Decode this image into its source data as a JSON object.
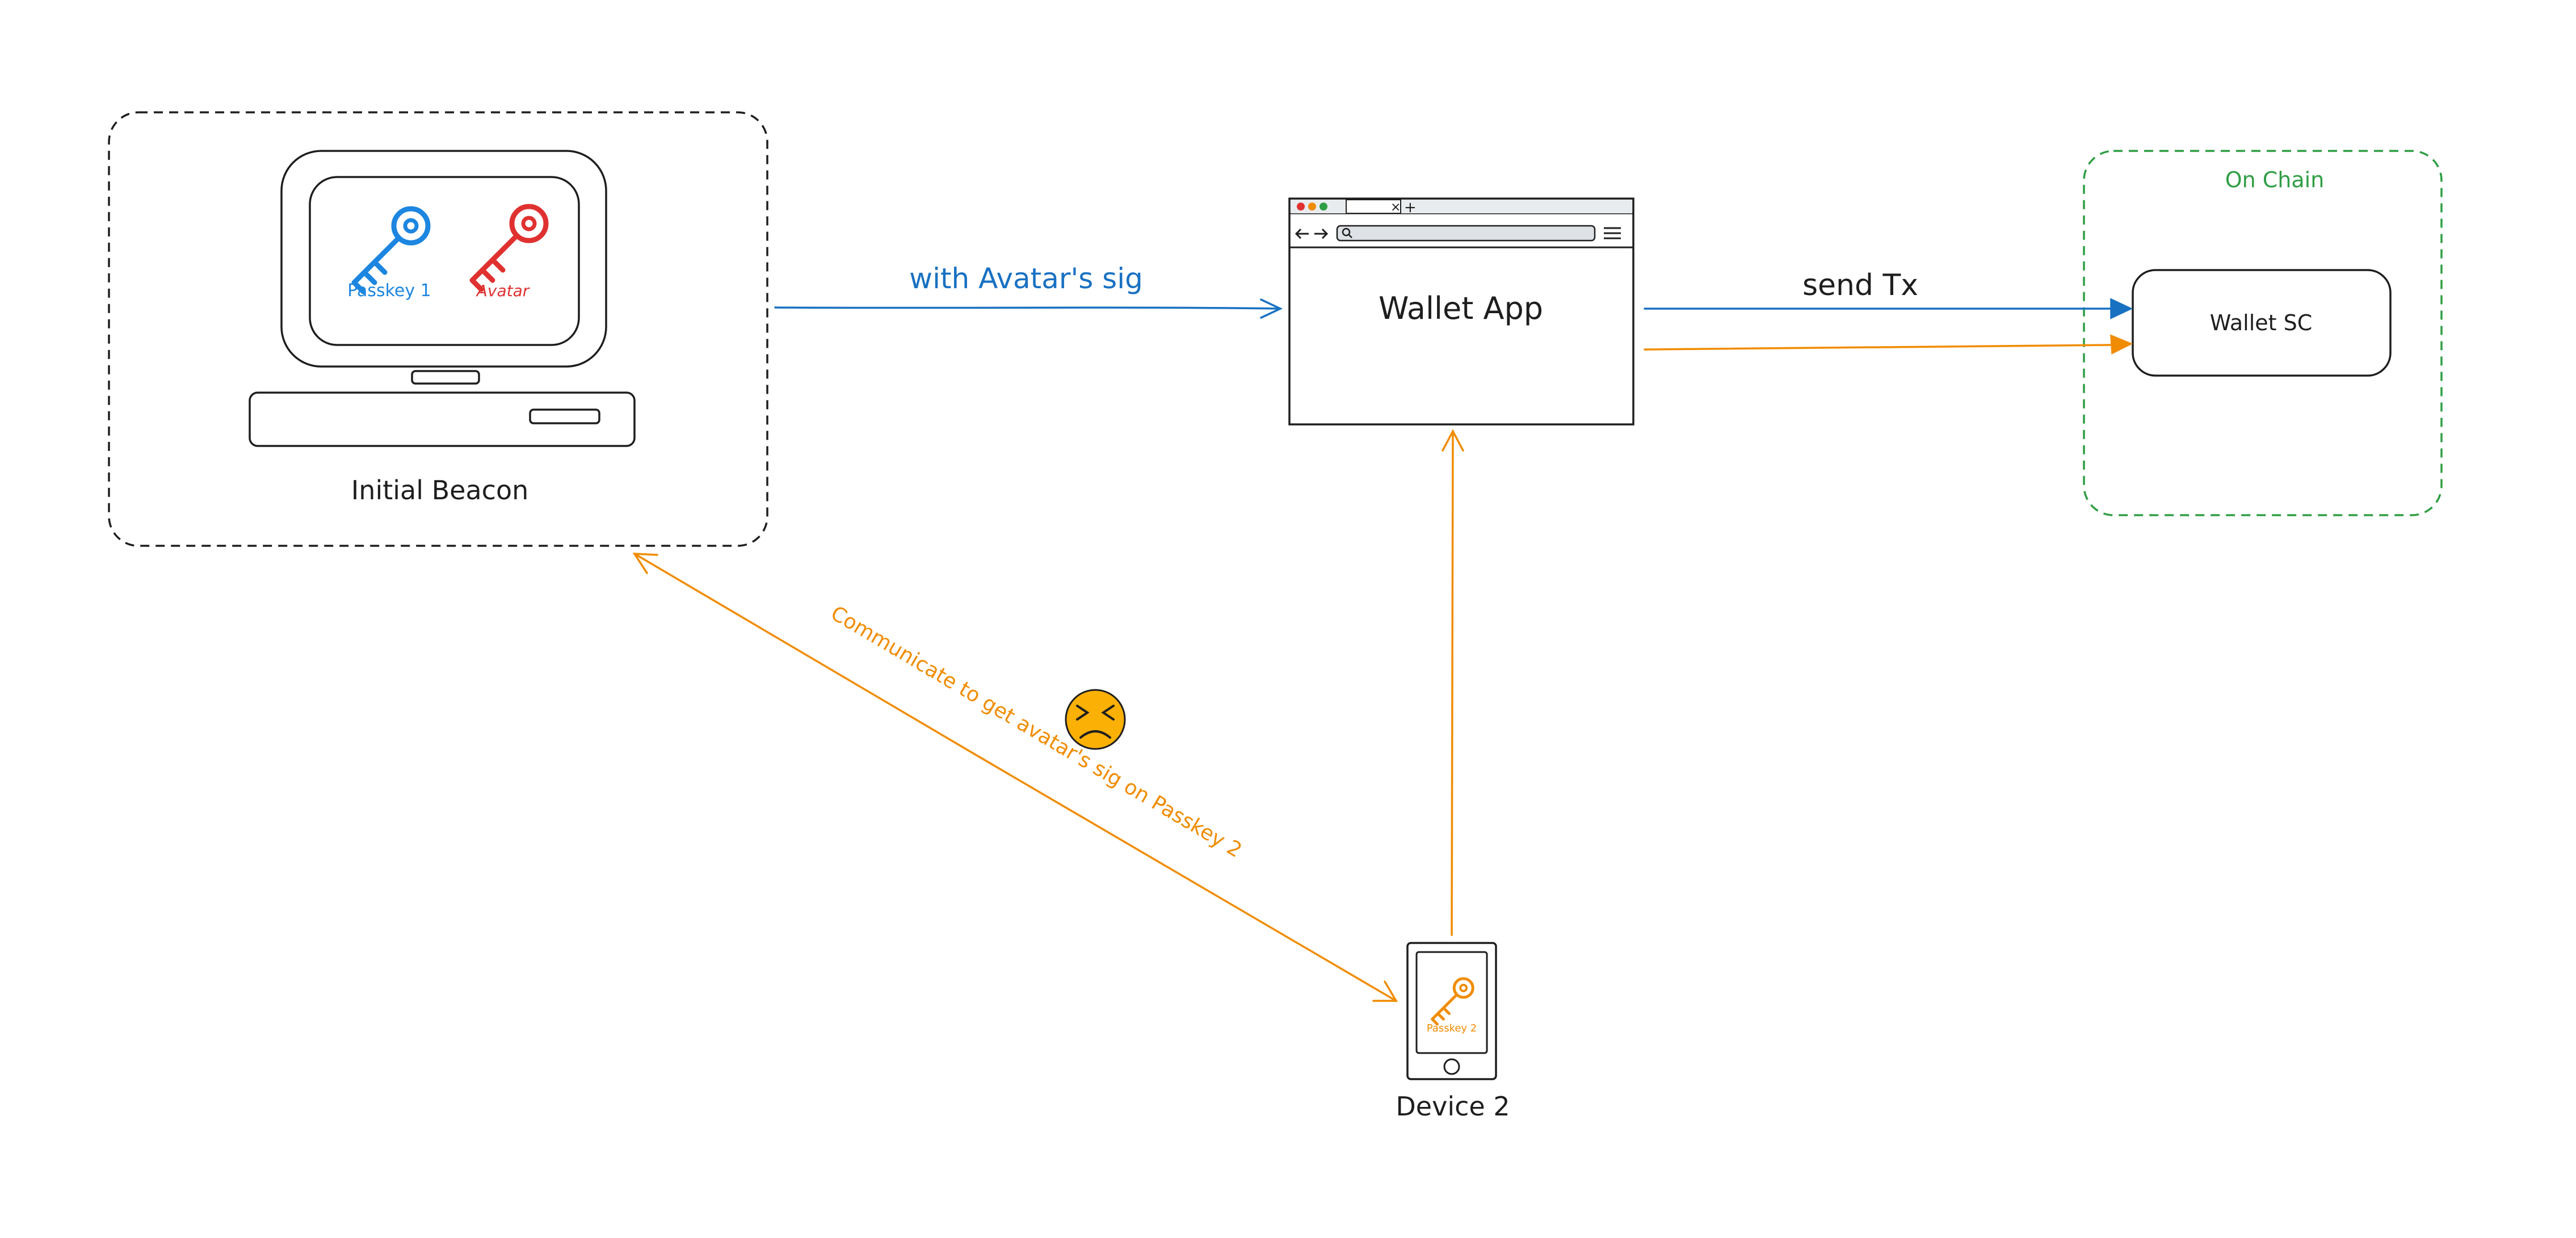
{
  "nodes": {
    "initial_beacon": {
      "label": "Initial Beacon"
    },
    "passkey1": {
      "label": "Passkey 1"
    },
    "avatar": {
      "label": "Avatar"
    },
    "wallet_app": {
      "label": "Wallet App"
    },
    "on_chain": {
      "label": "On Chain"
    },
    "wallet_sc": {
      "label": "Wallet SC"
    },
    "device2": {
      "label": "Device 2"
    },
    "passkey2": {
      "label": "Passkey 2"
    }
  },
  "edges": {
    "avatar_sig": {
      "label": "with Avatar's sig"
    },
    "send_tx": {
      "label": "send Tx"
    },
    "communicate": {
      "label": "Communicate to get avatar's sig on Passkey 2"
    }
  },
  "browser": {
    "close_glyph": "×",
    "plus_glyph": "+"
  },
  "emoji": {
    "name": "frustrated-face-icon"
  },
  "colors": {
    "ink": "#1e1e1e",
    "blue": "#1971c2",
    "blue_key": "#1c86e0",
    "red": "#e03131",
    "orange": "#f08c00",
    "green": "#2f9e44",
    "emoji_fill": "#fab005",
    "tab_red": "#e03131",
    "tab_yellow": "#f08c00",
    "tab_green": "#2f9e44"
  }
}
